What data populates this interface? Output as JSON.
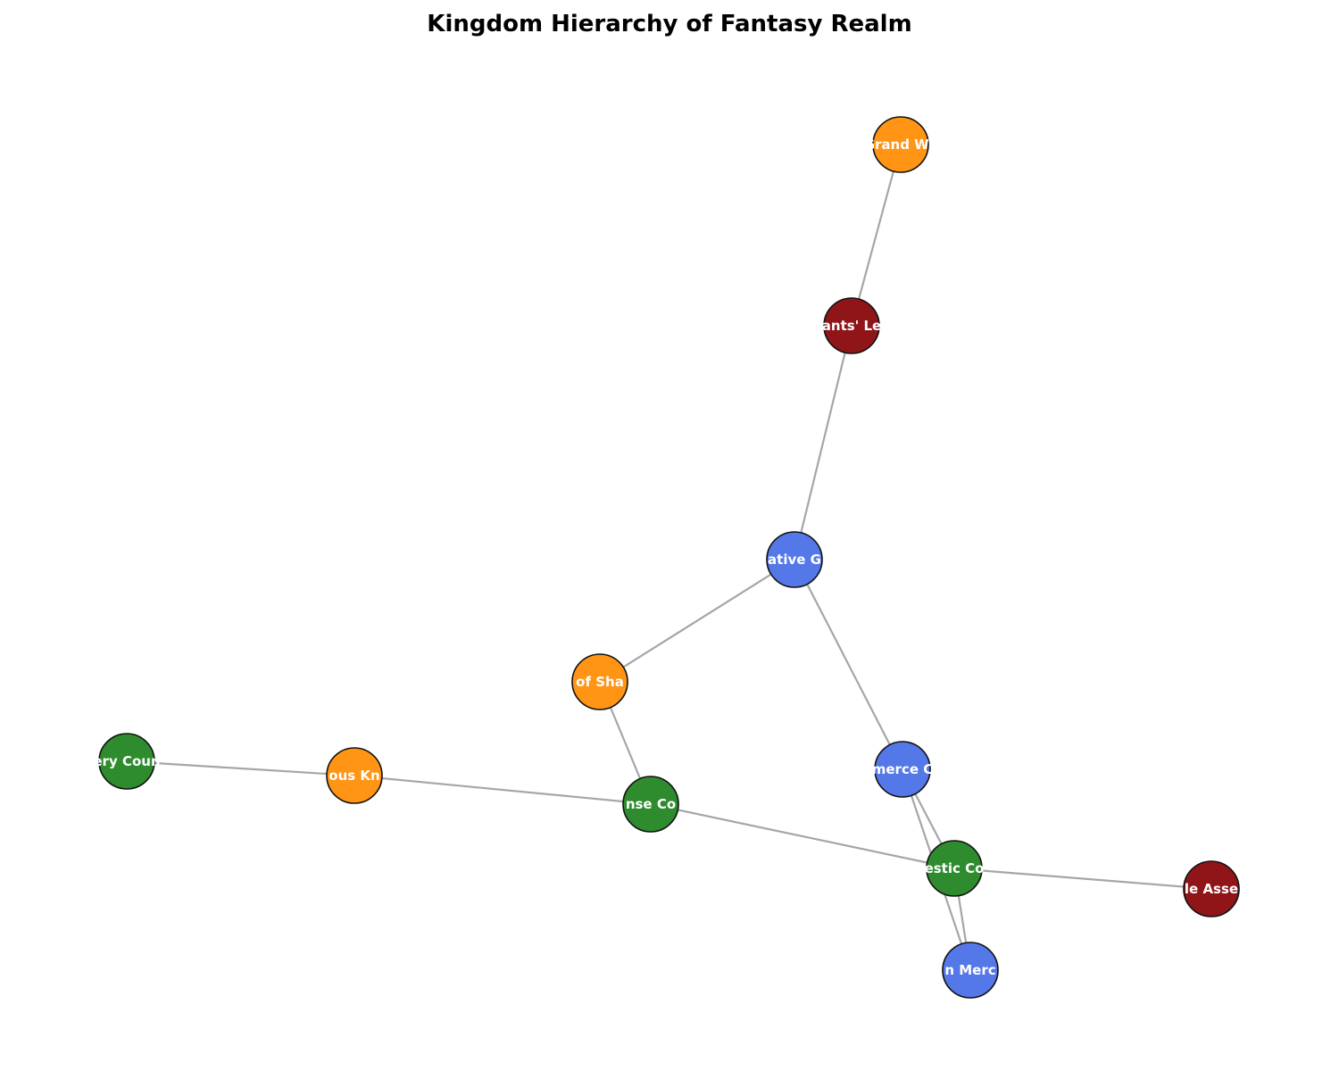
{
  "diagram": {
    "title": "Kingdom Hierarchy of Fantasy Realm",
    "node_colors": {
      "green": "#2e8b2e",
      "orange": "#ff9415",
      "blue": "#5578e8",
      "red": "#8f1518"
    },
    "nodes": [
      {
        "id": "n1",
        "label": "Grand Wa",
        "color": "orange"
      },
      {
        "id": "n2",
        "label": "ants' Le",
        "color": "red"
      },
      {
        "id": "n3",
        "label": "ative G",
        "color": "blue"
      },
      {
        "id": "n4",
        "label": "of Sha",
        "color": "orange"
      },
      {
        "id": "n5",
        "label": "ery Coun",
        "color": "green"
      },
      {
        "id": "n6",
        "label": "ous Kn",
        "color": "orange"
      },
      {
        "id": "n7",
        "label": "nse Co",
        "color": "green"
      },
      {
        "id": "n8",
        "label": "merce C",
        "color": "blue"
      },
      {
        "id": "n9",
        "label": "estic Co",
        "color": "green"
      },
      {
        "id": "n10",
        "label": "le Asse",
        "color": "red"
      },
      {
        "id": "n11",
        "label": "n Merc",
        "color": "blue"
      }
    ],
    "edges": [
      [
        "n1",
        "n2"
      ],
      [
        "n2",
        "n3"
      ],
      [
        "n3",
        "n4"
      ],
      [
        "n3",
        "n8"
      ],
      [
        "n4",
        "n7"
      ],
      [
        "n5",
        "n6"
      ],
      [
        "n6",
        "n7"
      ],
      [
        "n7",
        "n9"
      ],
      [
        "n8",
        "n9"
      ],
      [
        "n8",
        "n11"
      ],
      [
        "n9",
        "n10"
      ],
      [
        "n9",
        "n11"
      ]
    ]
  }
}
